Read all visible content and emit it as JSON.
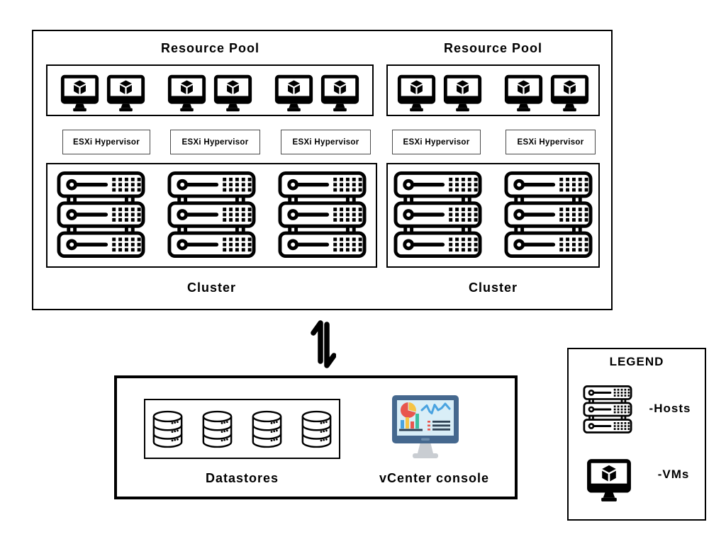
{
  "pools": [
    {
      "title": "Resource Pool",
      "vm_count": 6,
      "esxi_labels": [
        "ESXi Hypervisor",
        "ESXi Hypervisor",
        "ESXi Hypervisor"
      ],
      "host_stack_count": 3,
      "cluster_label": "Cluster"
    },
    {
      "title": "Resource Pool",
      "vm_count": 4,
      "esxi_labels": [
        "ESXi Hypervisor",
        "ESXi Hypervisor"
      ],
      "host_stack_count": 2,
      "cluster_label": "Cluster"
    }
  ],
  "interconnect": {
    "icon": "sync-arrows-icon"
  },
  "management": {
    "datastore_count": 4,
    "datastores_label": "Datastores",
    "vcenter_label": "vCenter console",
    "vcenter_icon": "monitor-dashboard-icon"
  },
  "legend": {
    "title": "LEGEND",
    "items": [
      {
        "icon": "host-stack-icon",
        "label": "-Hosts"
      },
      {
        "icon": "vm-monitor-icon",
        "label": "-VMs"
      }
    ]
  },
  "colors": {
    "line": "#000000",
    "background": "#ffffff",
    "vcenter": {
      "bezel": "#45688e",
      "screen": "#d9eef7",
      "notch": "#6b8cab",
      "red": "#e8564e",
      "yellow": "#f6c445",
      "blue": "#4aa3e0",
      "teal": "#3bbfa0",
      "dark": "#2e4154",
      "stand": "#c9cdd2"
    }
  }
}
